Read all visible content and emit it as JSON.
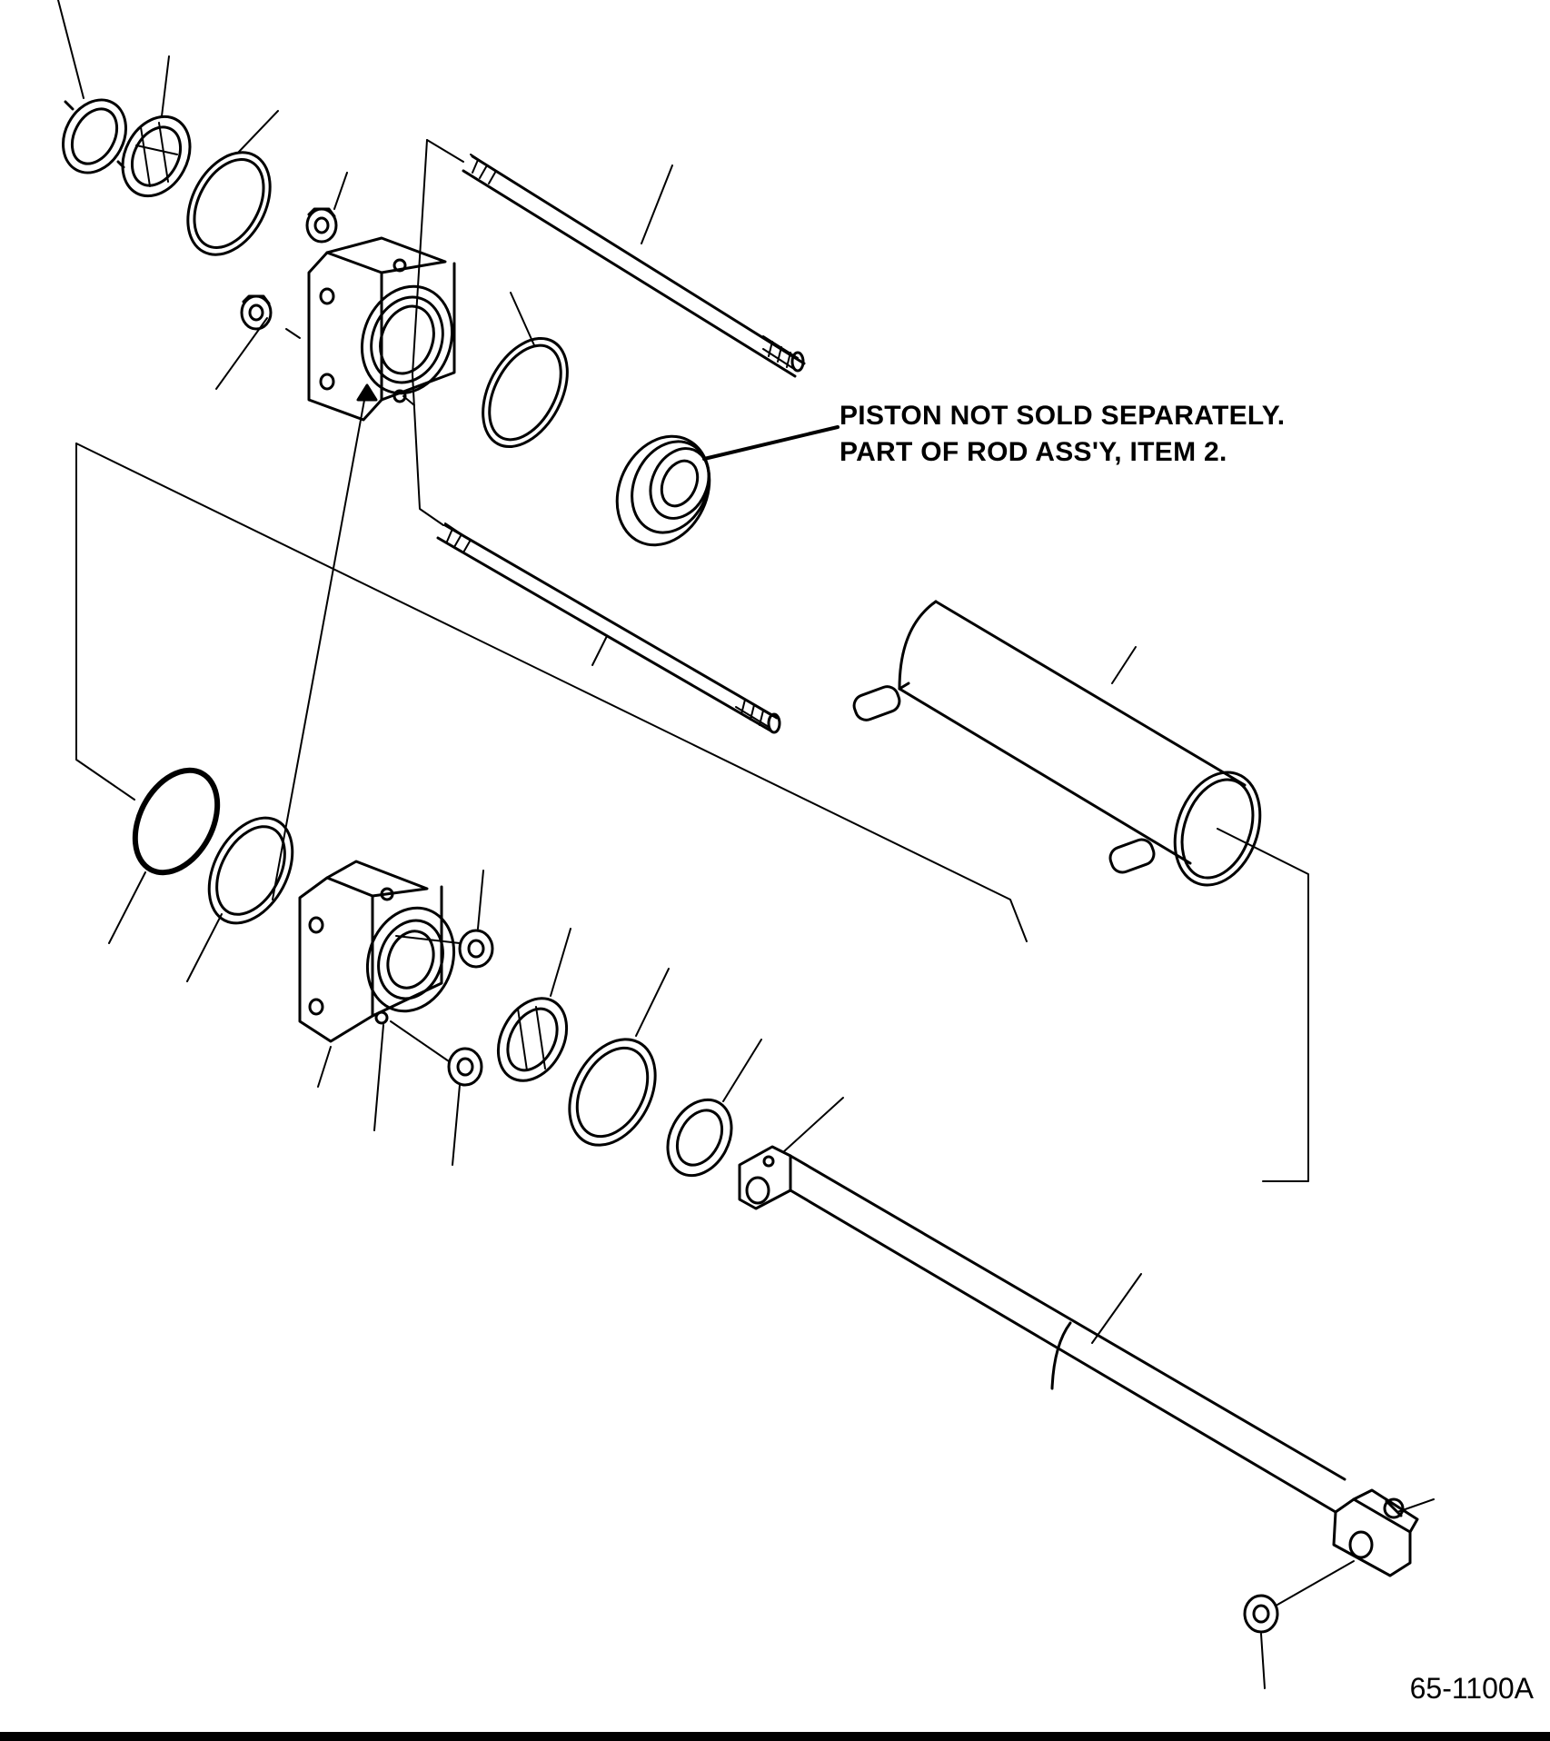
{
  "diagram": {
    "note_line1": "PISTON NOT SOLD SEPARATELY.",
    "note_line2": "PART OF ROD ASS'Y, ITEM 2.",
    "figure_number": "65-1100A",
    "parts": [
      "rod-wiper",
      "rod-seal",
      "backup-ring",
      "nut",
      "rod-end-cap",
      "o-ring",
      "tie-rod",
      "piston",
      "barrel",
      "base-end-cap",
      "piston-rod",
      "grease-fitting",
      "lock-nut"
    ],
    "colors": {
      "ink": "#000000",
      "paper": "#ffffff"
    }
  }
}
